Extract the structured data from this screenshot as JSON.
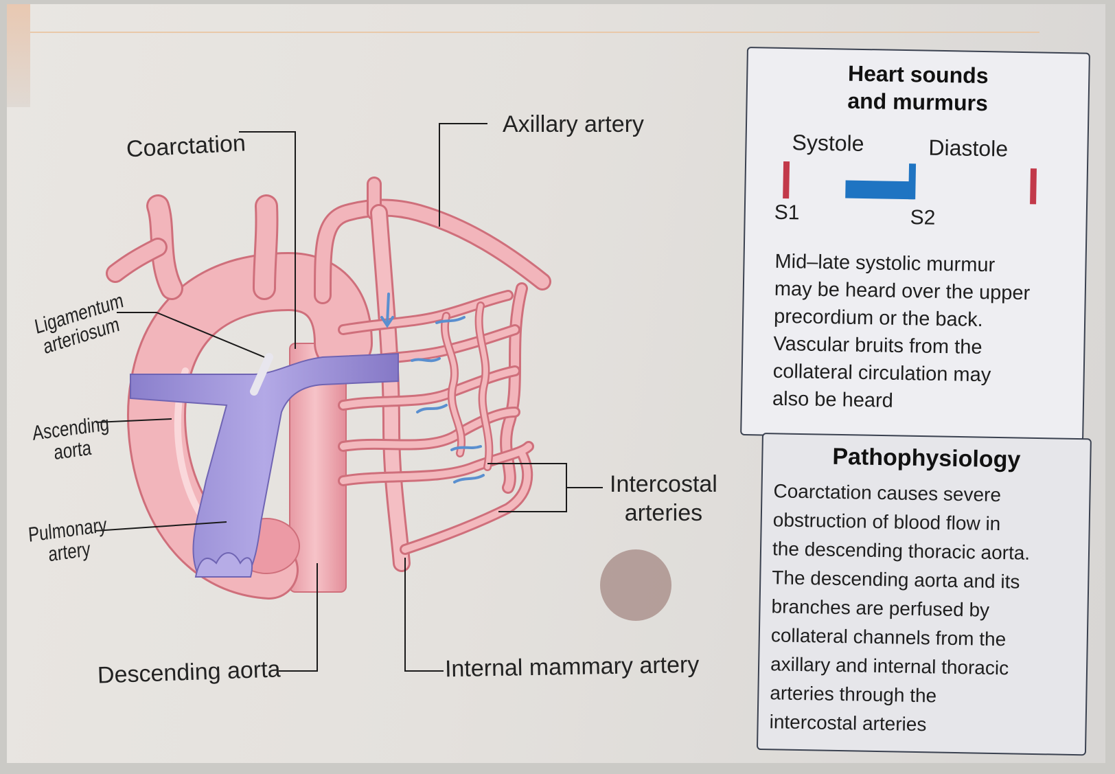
{
  "diagram": {
    "labels": {
      "coarctation": "Coarctation",
      "axillary_artery": "Axillary artery",
      "ligamentum_line1": "Ligamentum",
      "ligamentum_line2": "arteriosum",
      "ascending_line1": "Ascending",
      "ascending_line2": "aorta",
      "pulmonary_line1": "Pulmonary",
      "pulmonary_line2": "artery",
      "intercostal_line1": "Intercostal",
      "intercostal_line2": "arteries",
      "descending_aorta": "Descending aorta",
      "internal_mammary_artery": "Internal mammary artery"
    },
    "colors": {
      "artery": "#f1b1b7",
      "artery_outline": "#cf6f7b",
      "pulmonary": "#9a8fd8",
      "flow_arrow": "#5a8fcf"
    }
  },
  "heart_sounds": {
    "title_line1": "Heart sounds",
    "title_line2": "and murmurs",
    "systole": "Systole",
    "diastole": "Diastole",
    "s1": "S1",
    "s2": "S2",
    "murmur_color": "#1f74c2",
    "tick_color": "#c2394a",
    "description": [
      "Mid–late systolic murmur",
      "may be heard over the upper",
      "precordium or the back.",
      "Vascular bruits from the",
      "collateral circulation may",
      "also be heard"
    ]
  },
  "pathophysiology": {
    "title": "Pathophysiology",
    "description": [
      "Coarctation causes severe",
      "obstruction of blood flow in",
      "the descending thoracic aorta.",
      "The descending aorta and its",
      "branches are perfused by",
      "collateral channels from the",
      "axillary and internal thoracic",
      "arteries through the",
      "intercostal arteries"
    ]
  }
}
